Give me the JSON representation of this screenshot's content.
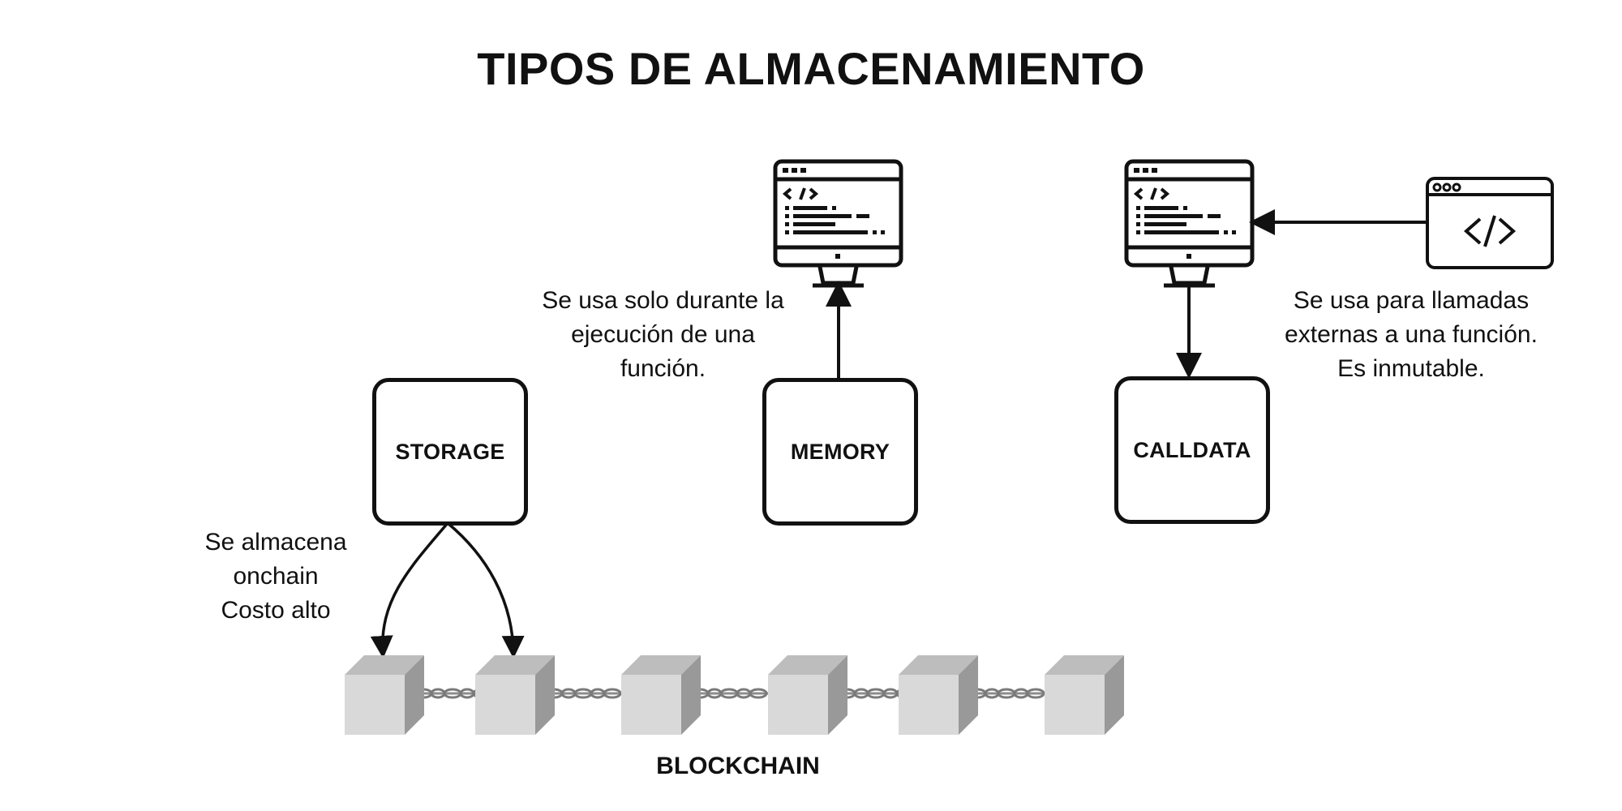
{
  "title": "TIPOS DE ALMACENAMIENTO",
  "boxes": {
    "storage": "STORAGE",
    "memory": "MEMORY",
    "calldata": "CALLDATA"
  },
  "descriptions": {
    "storage": "Se almacena\nonchain\nCosto alto",
    "memory": "Se usa solo durante la\nejecución de una\nfunción.",
    "calldata": "Se usa para llamadas\nexternas a una función.\nEs inmutable."
  },
  "blockchain_label": "BLOCKCHAIN",
  "icons": [
    "computer-monitor-code-icon",
    "computer-monitor-code-icon",
    "browser-window-code-icon",
    "blockchain-block-icon",
    "chain-link-icon"
  ],
  "colors": {
    "ink": "#111111",
    "block_front": "#d9d9d9",
    "block_top": "#bdbdbd",
    "block_side": "#999999",
    "chain": "#8c8c8c"
  }
}
